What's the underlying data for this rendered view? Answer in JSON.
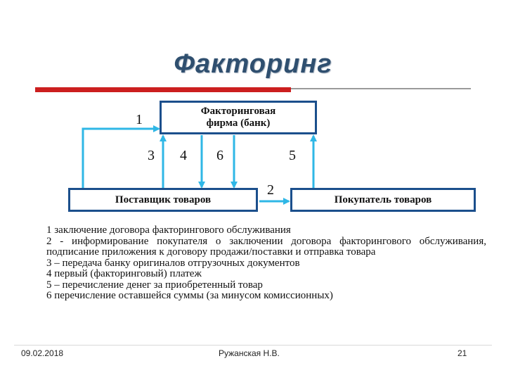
{
  "title": "Факторинг",
  "nodes": {
    "bank_line1": "Факторинговая",
    "bank_line2": "фирма (банк)",
    "supplier": "Поставщик товаров",
    "buyer": "Покупатель товаров"
  },
  "edge_labels": {
    "n1": "1",
    "n2": "2",
    "n3": "3",
    "n4": "4",
    "n5": "5",
    "n6": "6"
  },
  "legend": [
    "1   заключение договора факторингового обслуживания",
    "2 - информирование покупателя о заключении договора факторингового обслуживания, подписание приложения к договору продажи/поставки и отправка товара",
    "3 – передача банку оригиналов отгрузочных документов",
    "4   первый (факторинговый) платеж",
    "5 – перечисление денег за приобретенный товар",
    "6   перечисление оставшейся суммы (за минусом комиссионных)"
  ],
  "footer": {
    "date": "09.02.2018",
    "author": "Ружанская Н.В.",
    "page": "21"
  },
  "colors": {
    "arrow": "#2fb7e6",
    "box_border": "#1b4f8c",
    "title": "#2f4f6f",
    "rule_red": "#cc1f1f"
  }
}
